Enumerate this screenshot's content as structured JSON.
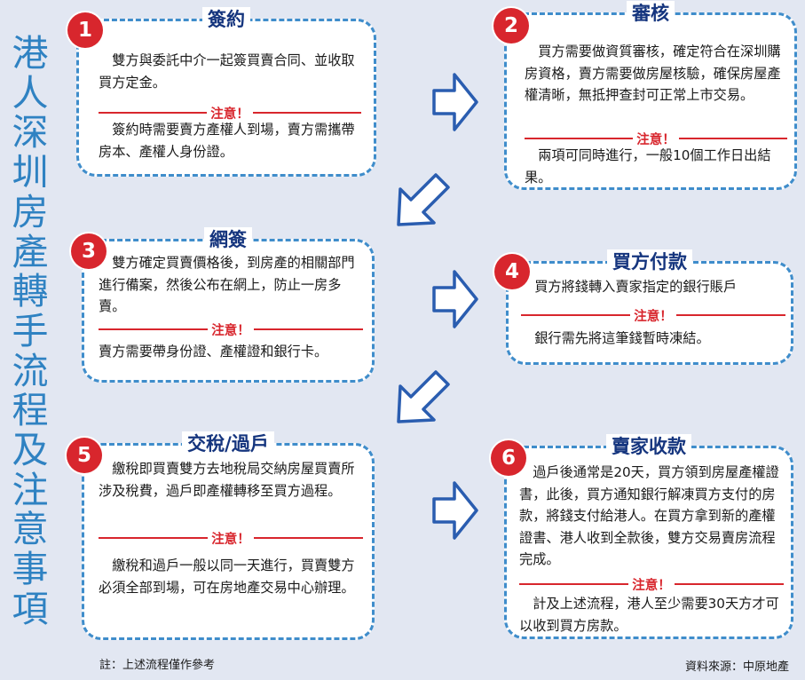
{
  "main_title": "港人深圳房產轉手流程及注意事項",
  "note_label": "注意！",
  "steps": [
    {
      "number": "1",
      "title": "簽約",
      "description": "雙方與委託中介一起簽買賣合同、並收取買方定金。",
      "note": "簽約時需要賣方產權人到場，賣方需攜帶房本、產權人身份證。"
    },
    {
      "number": "2",
      "title": "審核",
      "description": "買方需要做資質審核，確定符合在深圳購房資格，賣方需要做房屋核驗，確保房屋產權清晰，無抵押查封可正常上市交易。",
      "note": "兩項可同時進行，一般10個工作日出結果。"
    },
    {
      "number": "3",
      "title": "網簽",
      "description": "雙方確定買賣價格後，到房產的相關部門進行備案，然後公布在網上，防止一房多賣。",
      "note": "賣方需要帶身份證、產權證和銀行卡。"
    },
    {
      "number": "4",
      "title": "買方付款",
      "description": "買方將錢轉入賣家指定的銀行賬戶",
      "note": "銀行需先將這筆錢暫時凍結。"
    },
    {
      "number": "5",
      "title": "交稅/過戶",
      "description": "繳稅即買賣雙方去地稅局交納房屋買賣所涉及稅費，過戶即產權轉移至買方過程。",
      "note": "繳稅和過戶一般以同一天進行，買賣雙方必須全部到場，可在房地產交易中心辦理。"
    },
    {
      "number": "6",
      "title": "賣家收款",
      "description": "過戶後通常是20天，買方領到房屋產權證書，此後，買方通知銀行解凍買方支付的房款，將錢支付給港人。在買方拿到新的產權證書、港人收到全款後，雙方交易賣房流程完成。",
      "note": "計及上述流程，港人至少需要30天方才可以收到買方房款。"
    }
  ],
  "footer": {
    "left_note": "註：上述流程僅作參考",
    "source": "資料來源：中原地產"
  },
  "colors": {
    "background": "#e2e7f2",
    "card_border": "#3f8dcb",
    "badge": "#d8262d",
    "title": "#15357e",
    "side_title": "#2f82c2",
    "note": "#d8262d",
    "arrow": "#2a5db0"
  },
  "icons": [
    "right-arrow-icon",
    "down-left-arrow-icon"
  ]
}
